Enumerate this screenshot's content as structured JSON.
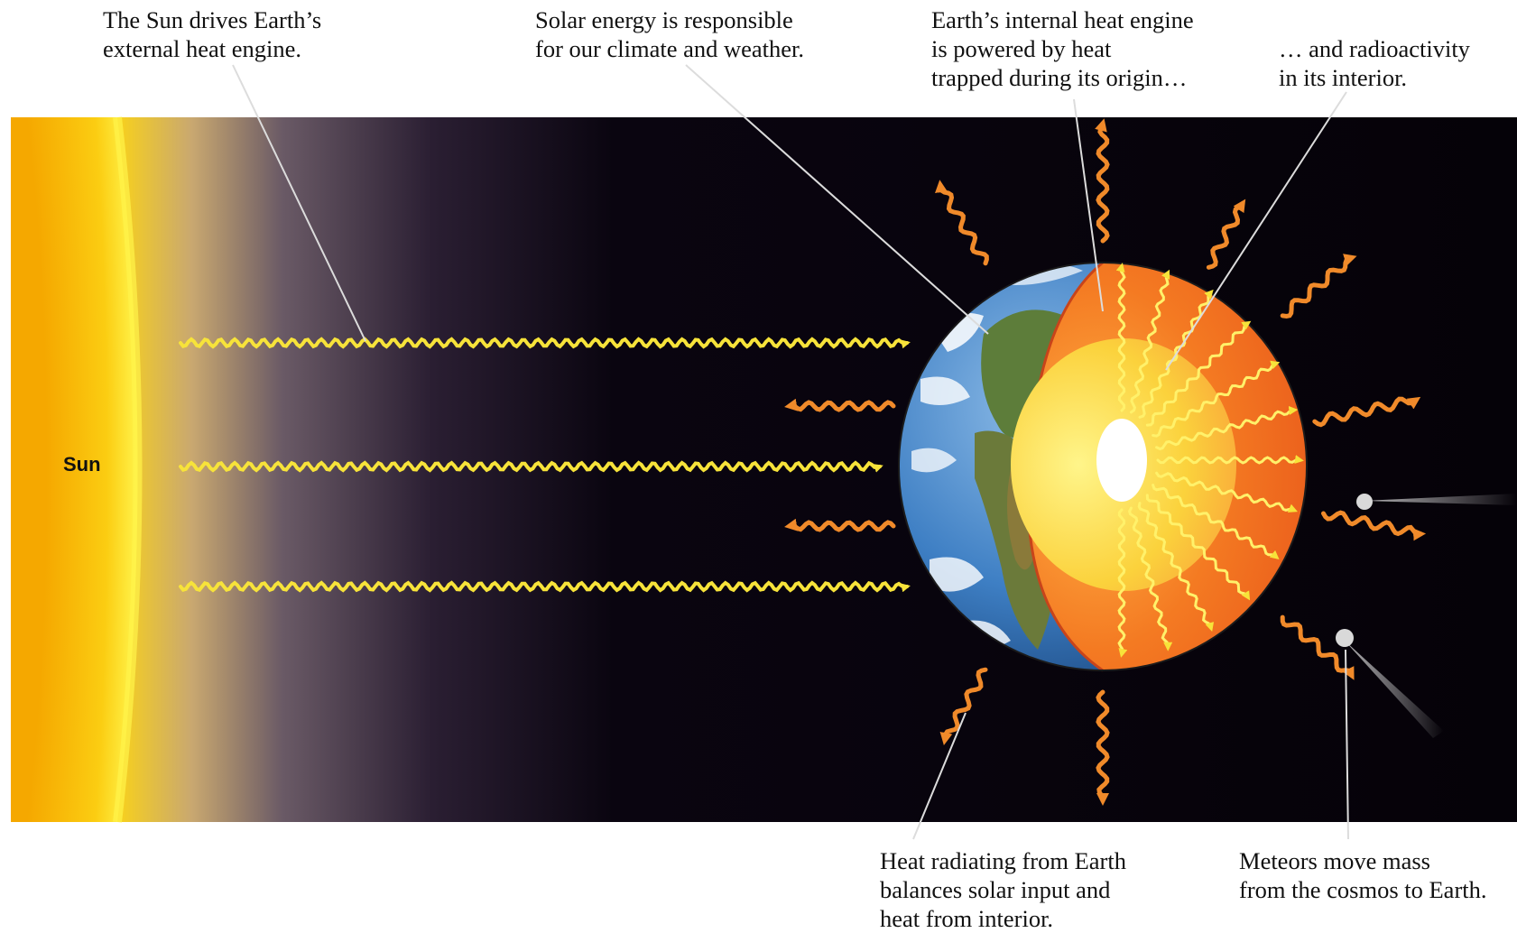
{
  "labels": {
    "sun": "Sun"
  },
  "captions": {
    "sun_engine": [
      "The Sun drives Earth’s",
      "external heat engine."
    ],
    "solar_energy": [
      "Solar energy is responsible",
      "for our climate and weather."
    ],
    "internal_engine": [
      "Earth’s internal heat engine",
      "is powered by heat",
      "trapped during its origin…"
    ],
    "radioactivity": [
      "… and radioactivity",
      "in its interior."
    ],
    "heat_radiating": [
      "Heat radiating from Earth",
      "balances solar input and",
      "heat from interior."
    ],
    "meteors": [
      "Meteors move mass",
      "from the cosmos to Earth."
    ]
  },
  "colors": {
    "space": "#050208",
    "sun_core": "#f7b800",
    "sun_glow": "#fff34a",
    "solar_ray": "#f7e33a",
    "earth_heat_arrow": "#f08a2a",
    "mantle": "#f26a1f",
    "outer_core": "#f9a23a",
    "inner_core_glow": "#fbe14a",
    "inner_core": "#ffffff",
    "ocean": "#3e7fc4",
    "meteor": "#d9d9d9",
    "leader_line": "#222222"
  },
  "icons": {
    "sun": "sun-disc",
    "earth": "earth-cutaway",
    "meteor": "meteor-streak"
  }
}
